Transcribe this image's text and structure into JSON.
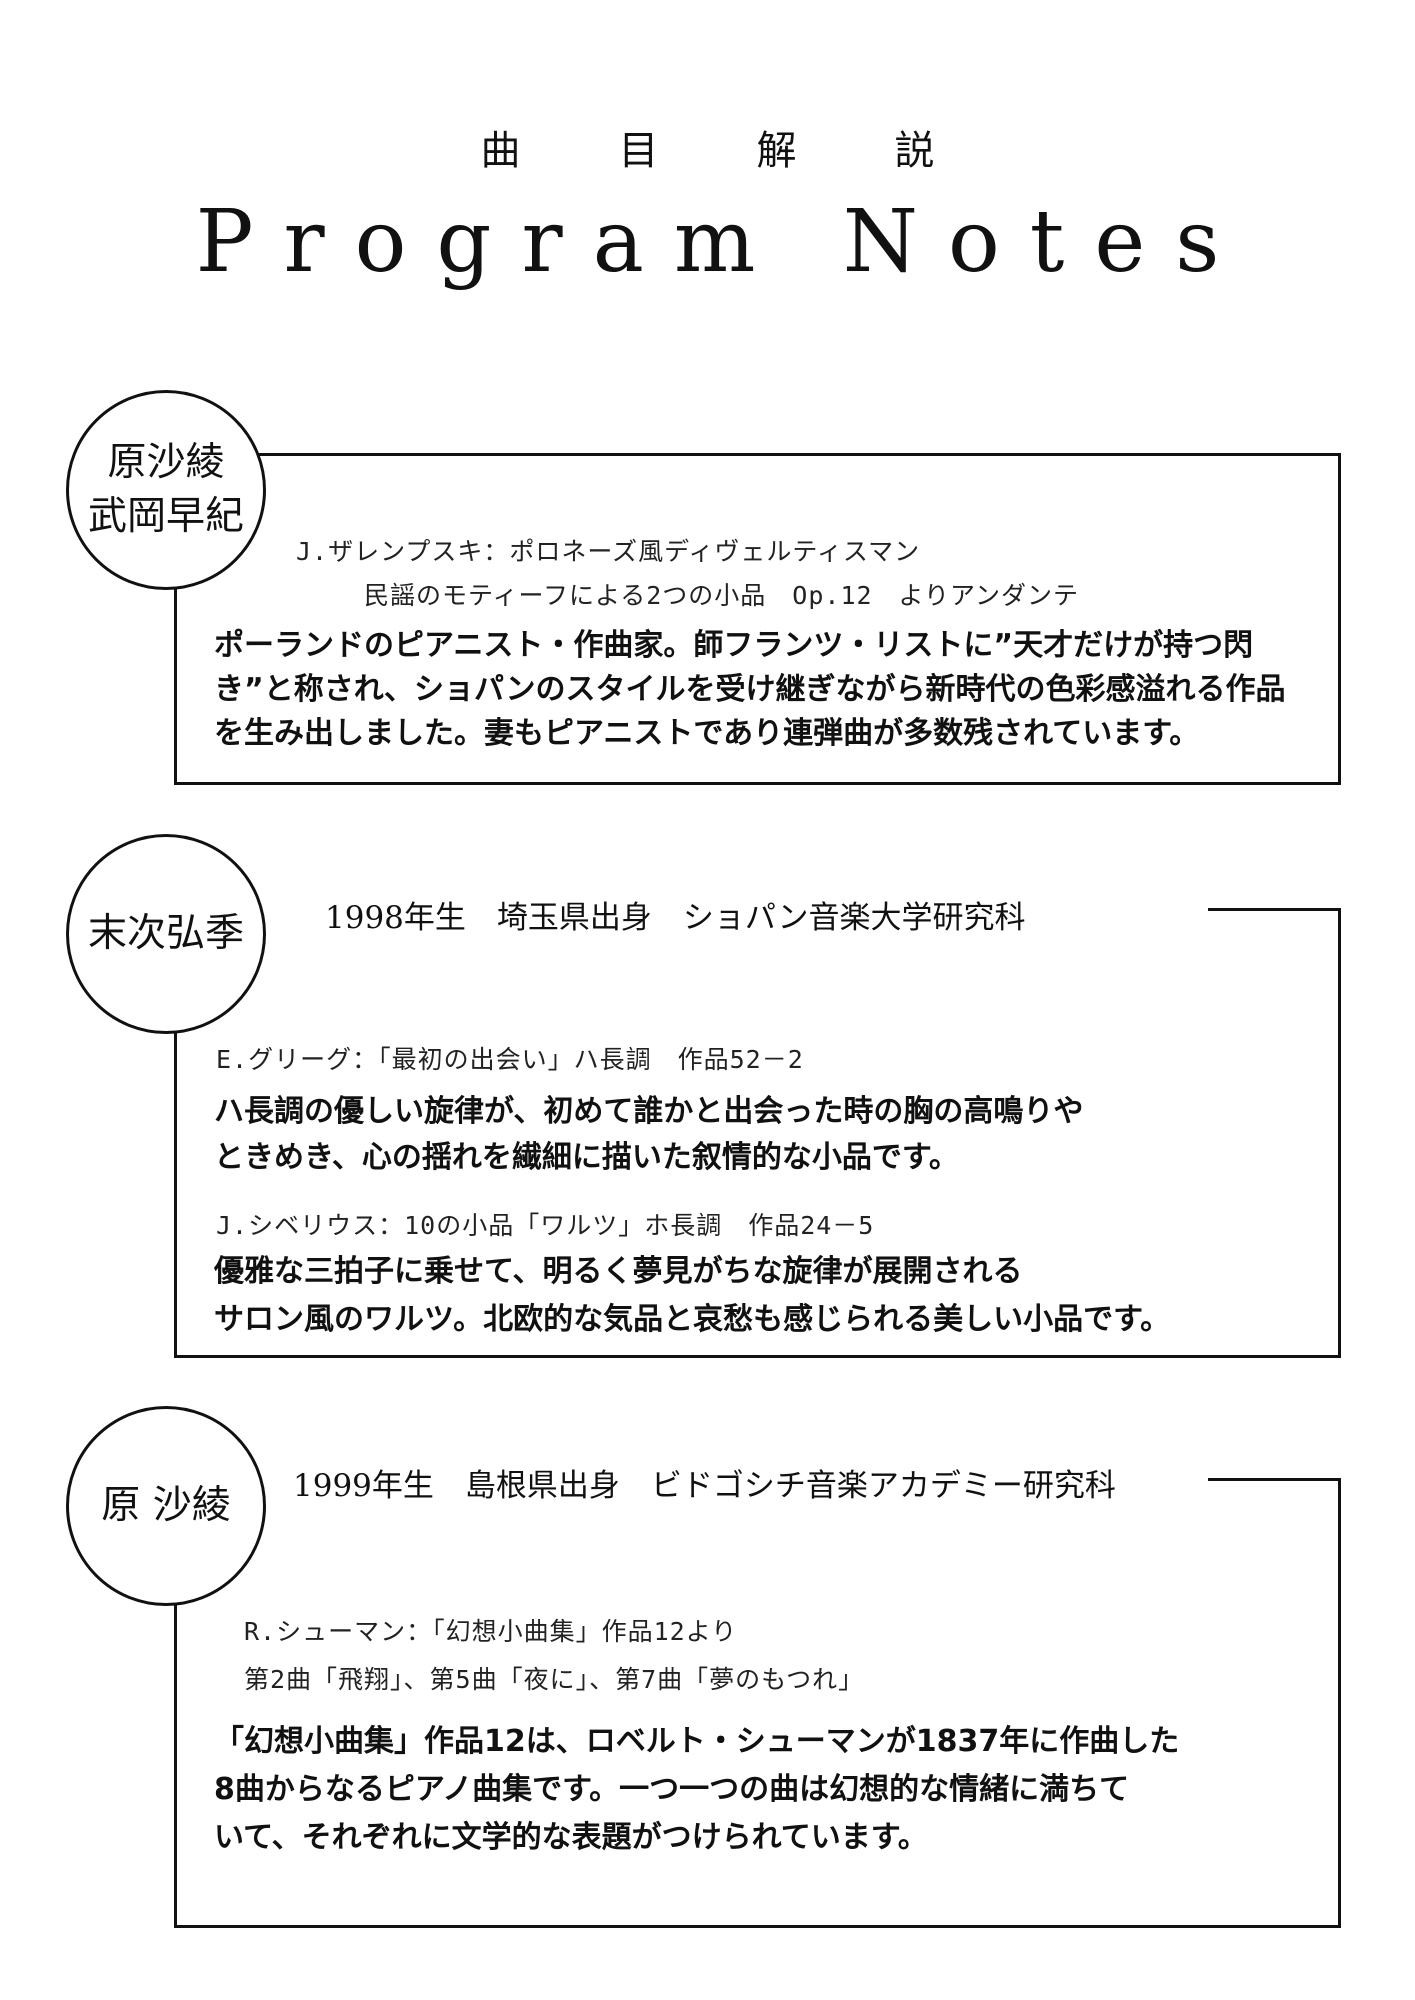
{
  "header": {
    "title_jp": "曲目解説",
    "title_en": "Program Notes"
  },
  "sections": [
    {
      "performer_lines": [
        "原沙綾",
        "武岡早紀"
      ],
      "works": [
        {
          "title_lines": [
            "J.ザレンプスキ：ポロネーズ風ディヴェルティスマン",
            "民謡のモティーフによる2つの小品　Op.12　よりアンダンテ"
          ],
          "description_lines": [
            "ポーランドのピアニスト・作曲家。師フランツ・リストに”天才だけが持つ閃",
            "き”と称され、ショパンのスタイルを受け継ぎながら新時代の色彩感溢れる作品",
            "を生み出しました。妻もピアニストであり連弾曲が多数残されています。"
          ]
        }
      ]
    },
    {
      "performer_lines": [
        "末次弘季"
      ],
      "profile": "1998年生　埼玉県出身　ショパン音楽大学研究科",
      "works": [
        {
          "title_lines": [
            "E.グリーグ：「最初の出会い」ハ長調　作品52－2"
          ],
          "description_lines": [
            "ハ長調の優しい旋律が、初めて誰かと出会った時の胸の高鳴りや",
            "ときめき、心の揺れを繊細に描いた叙情的な小品です。"
          ]
        },
        {
          "title_lines": [
            "J.シベリウス：10の小品「ワルツ」ホ長調　作品24－5"
          ],
          "description_lines": [
            "優雅な三拍子に乗せて、明るく夢見がちな旋律が展開される",
            "サロン風のワルツ。北欧的な気品と哀愁も感じられる美しい小品です。"
          ]
        }
      ]
    },
    {
      "performer_lines": [
        "原 沙綾"
      ],
      "profile": "1999年生　島根県出身　ビドゴシチ音楽アカデミー研究科",
      "works": [
        {
          "title_lines": [
            "R.シューマン：「幻想小曲集」作品12より",
            "第2曲「飛翔」、第5曲「夜に」、第7曲「夢のもつれ」"
          ],
          "description_lines": [
            "「幻想小曲集」作品12は、ロベルト・シューマンが1837年に作曲した",
            "8曲からなるピアノ曲集です。一つ一つの曲は幻想的な情緒に満ちて",
            "いて、それぞれに文学的な表題がつけられています。"
          ]
        }
      ]
    }
  ]
}
